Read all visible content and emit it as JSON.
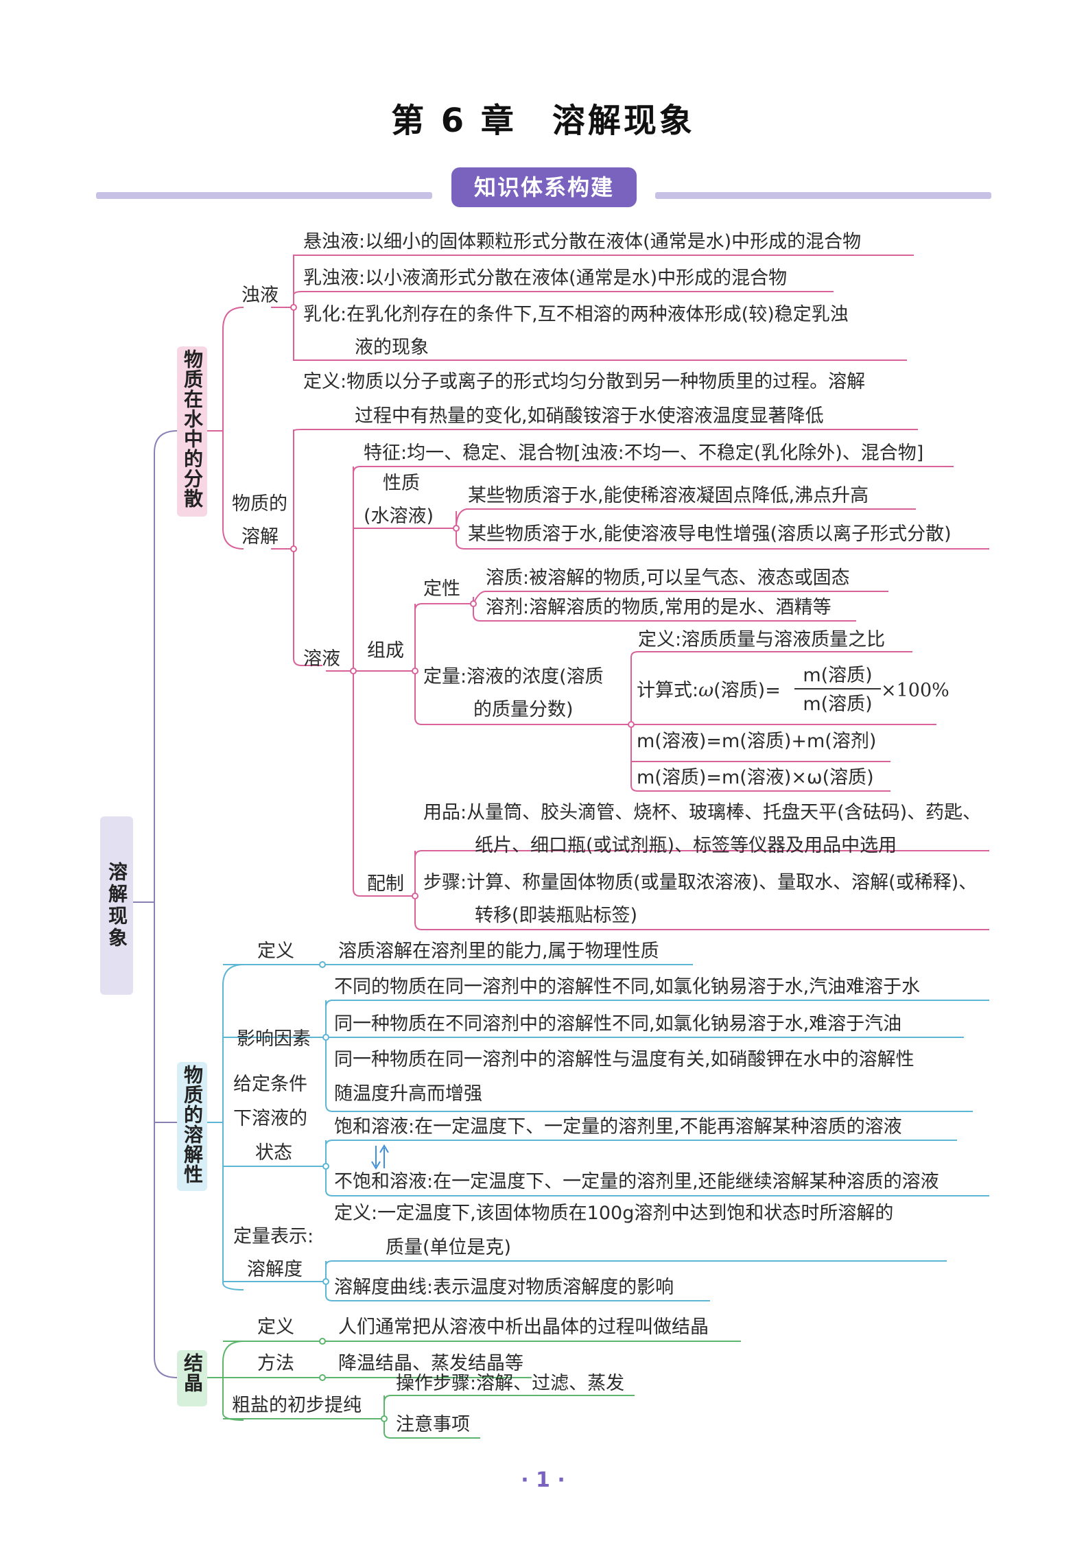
{
  "title": "第 6 章　溶解现象",
  "banner": "知识体系构建",
  "root": "溶解现象",
  "sec1": {
    "label": "物质在水中的分散",
    "zhuoye": {
      "label": "浊液",
      "xuan": "悬浊液:以细小的固体颗粒形式分散在液体(通常是水)中形成的混合物",
      "ru": "乳浊液:以小液滴形式分散在液体(通常是水)中形成的混合物",
      "ruhua1": "乳化:在乳化剂存在的条件下,互不相溶的两种液体形成(较)稳定乳浊",
      "ruhua2": "液的现象"
    },
    "rongjie": {
      "label1": "物质的",
      "label2": "溶解",
      "def1": "定义:物质以分子或离子的形式均匀分散到另一种物质里的过程。溶解",
      "def2": "过程中有热量的变化,如硝酸铵溶于水使溶液温度显著降低"
    },
    "rongye": {
      "label": "溶液",
      "tezheng": "特征:均一、稳定、混合物[浊液:不均一、不稳定(乳化除外)、混合物]",
      "xingzhi1": "性质",
      "xingzhi2": "(水溶液)",
      "xz_a": "某些物质溶于水,能使稀溶液凝固点降低,沸点升高",
      "xz_b": "某些物质溶于水,能使溶液导电性增强(溶质以离子形式分散)",
      "zucheng": "组成",
      "dingxing": "定性",
      "rongzhi": "溶质:被溶解的物质,可以呈气态、液态或固态",
      "rongji": "溶剂:溶解溶质的物质,常用的是水、酒精等",
      "dingliang1": "定量:溶液的浓度(溶质",
      "dingliang2": "的质量分数)",
      "dl_def": "定义:溶质质量与溶液质量之比",
      "dl_calc_prefix": "计算式:",
      "dl_omega": "ω",
      "dl_calc_mid": "(溶质)=",
      "dl_num": "m(溶质)",
      "dl_den": "m(溶质)",
      "dl_pct": "×100%",
      "dl_f2": "m(溶液)=m(溶质)+m(溶剂)",
      "dl_f3": "m(溶质)=m(溶液)×ω(溶质)",
      "peizhi": "配制",
      "yongpin1": "用品:从量筒、胶头滴管、烧杯、玻璃棒、托盘天平(含砝码)、药匙、",
      "yongpin2": "纸片、细口瓶(或试剂瓶)、标签等仪器及用品中选用",
      "buzhou1": "步骤:计算、称量固体物质(或量取浓溶液)、量取水、溶解(或稀释)、",
      "buzhou2": "转移(即装瓶贴标签)"
    }
  },
  "sec2": {
    "label": "物质的溶解性",
    "dingyi": "定义",
    "dingyi_text": "溶质溶解在溶剂里的能力,属于物理性质",
    "yingxiang": "影响因素",
    "yx_a": "不同的物质在同一溶剂中的溶解性不同,如氯化钠易溶于水,汽油难溶于水",
    "yx_b": "同一种物质在不同溶剂中的溶解性不同,如氯化钠易溶于水,难溶于汽油",
    "yx_c1": "同一种物质在同一溶剂中的溶解性与温度有关,如硝酸钾在水中的溶解性",
    "yx_c2": "随温度升高而增强",
    "zhuangtai1": "给定条件",
    "zhuangtai2": "下溶液的",
    "zhuangtai3": "状态",
    "baohe": "饱和溶液:在一定温度下、一定量的溶剂里,不能再溶解某种溶质的溶液",
    "bubaohe": "不饱和溶液:在一定温度下、一定量的溶剂里,还能继续溶解某种溶质的溶液",
    "dlbs1": "定量表示:",
    "dlbs2": "溶解度",
    "rjd_def1": "定义:一定温度下,该固体物质在100g溶剂中达到饱和状态时所溶解的",
    "rjd_def2": "质量(单位是克)",
    "rjd_curve": "溶解度曲线:表示温度对物质溶解度的影响"
  },
  "sec3": {
    "label": "结晶",
    "dingyi": "定义",
    "dingyi_text": "人们通常把从溶液中析出晶体的过程叫做结晶",
    "fangfa": "方法",
    "fangfa_text": "降温结晶、蒸发结晶等",
    "cuyan": "粗盐的初步提纯",
    "caozuo": "操作步骤:溶解、过滤、蒸发",
    "zhuyi": "注意事项"
  },
  "page_number": "· 1 ·",
  "colors": {
    "pink": "#d9619a",
    "blue": "#5bb5d3",
    "green": "#5db56d",
    "purple": "#8a7fb5",
    "banner": "#7a63bf"
  }
}
